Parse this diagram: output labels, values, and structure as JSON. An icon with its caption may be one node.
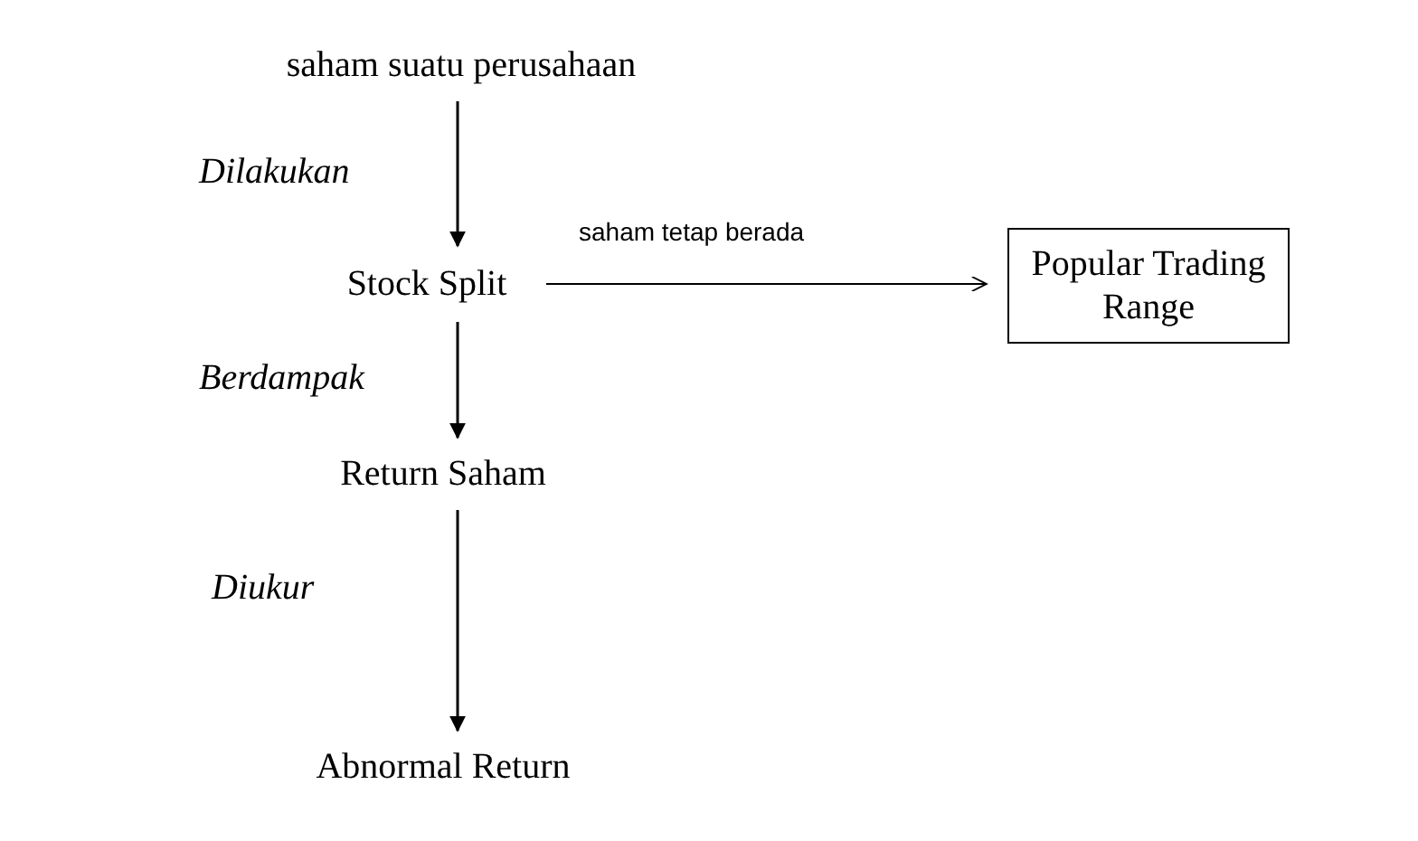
{
  "diagram": {
    "nodes": [
      {
        "text": [
          "saham suatu perusahaan"
        ]
      },
      {
        "text": [
          "Stock Split"
        ]
      },
      {
        "text": [
          "Popular Trading Range"
        ]
      },
      {
        "text": [
          "Return Saham"
        ]
      },
      {
        "text": [
          "Abnormal Return"
        ]
      }
    ],
    "edges": [
      {
        "from": 0,
        "to": 1,
        "arrow": "to",
        "label": "Dilakukan"
      },
      {
        "from": 1,
        "to": 2,
        "arrow": "to",
        "label": "saham tetap berada"
      },
      {
        "from": 1,
        "to": 3,
        "arrow": "to",
        "label": "Berdampak"
      },
      {
        "from": 3,
        "to": 4,
        "arrow": "to",
        "label": "Diukur"
      }
    ]
  }
}
